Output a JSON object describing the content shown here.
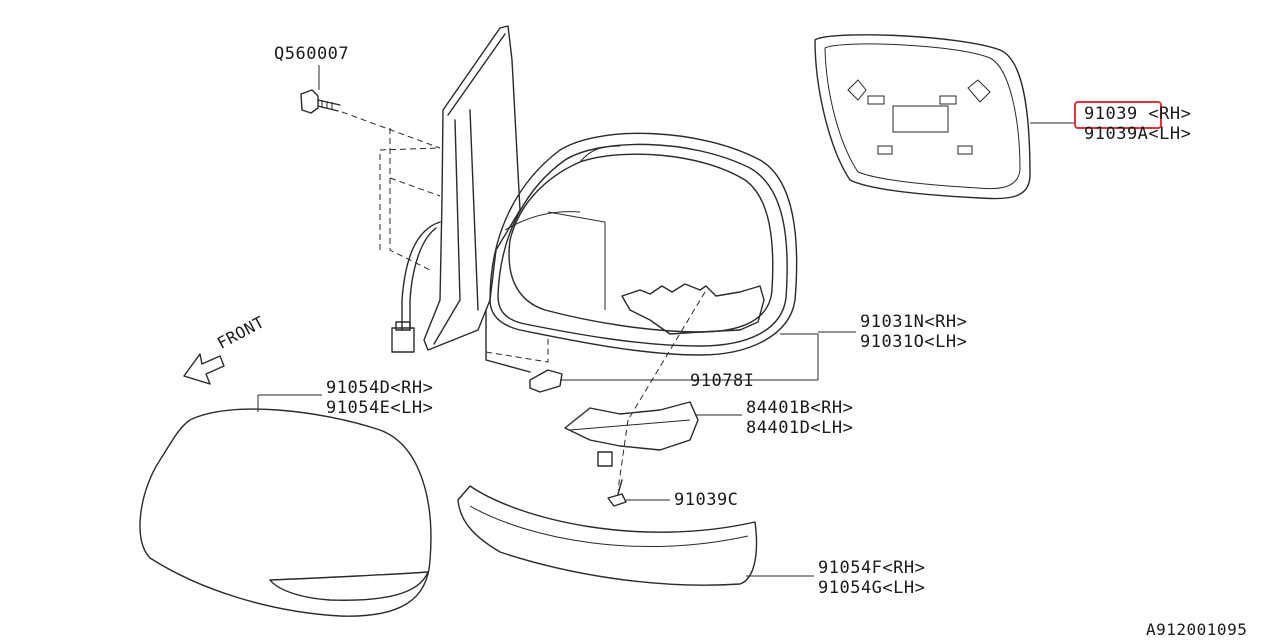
{
  "diagram": {
    "diagram_id": "A912001095",
    "front_label": "FRONT",
    "callouts": [
      {
        "key": "bolt",
        "lines": [
          "Q560007"
        ]
      },
      {
        "key": "mirror_glass",
        "lines": [
          "91039 <RH>",
          "91039A<LH>"
        ],
        "highlighted_code": "91039"
      },
      {
        "key": "mirror_assembly",
        "lines": [
          "91031N<RH>",
          "91031O<LH>"
        ]
      },
      {
        "key": "pad",
        "lines": [
          "91078I"
        ]
      },
      {
        "key": "cover_upper",
        "lines": [
          "91054D<RH>",
          "91054E<LH>"
        ]
      },
      {
        "key": "turn_lamp",
        "lines": [
          "84401B<RH>",
          "84401D<LH>"
        ]
      },
      {
        "key": "screw",
        "lines": [
          "91039C"
        ]
      },
      {
        "key": "cover_lower",
        "lines": [
          "91054F<RH>",
          "91054G<LH>"
        ]
      }
    ]
  },
  "colors": {
    "line": "#2a2a2a",
    "highlight": "#d9363e",
    "background": "#ffffff"
  }
}
